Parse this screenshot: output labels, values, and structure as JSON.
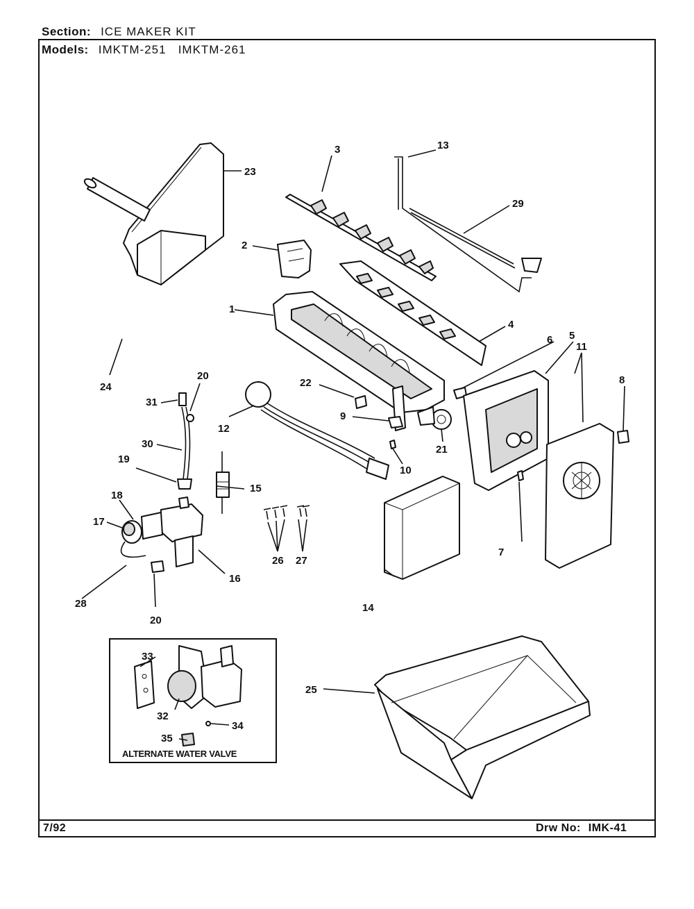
{
  "header": {
    "section_label": "Section:",
    "section_value": "ICE MAKER KIT",
    "models_label": "Models:",
    "models_value": "IMKTM-251   IMKTM-261"
  },
  "footer": {
    "date": "7/92",
    "drawing_label": "Drw No:",
    "drawing_number": "IMK-41"
  },
  "inset": {
    "title": "ALTERNATE WATER VALVE"
  },
  "callouts": [
    "1",
    "2",
    "3",
    "4",
    "5",
    "6",
    "7",
    "8",
    "9",
    "10",
    "11",
    "12",
    "13",
    "14",
    "15",
    "16",
    "17",
    "18",
    "19",
    "20",
    "20",
    "21",
    "22",
    "23",
    "24",
    "25",
    "26",
    "27",
    "28",
    "29",
    "30",
    "31",
    "32",
    "33",
    "34",
    "35"
  ]
}
